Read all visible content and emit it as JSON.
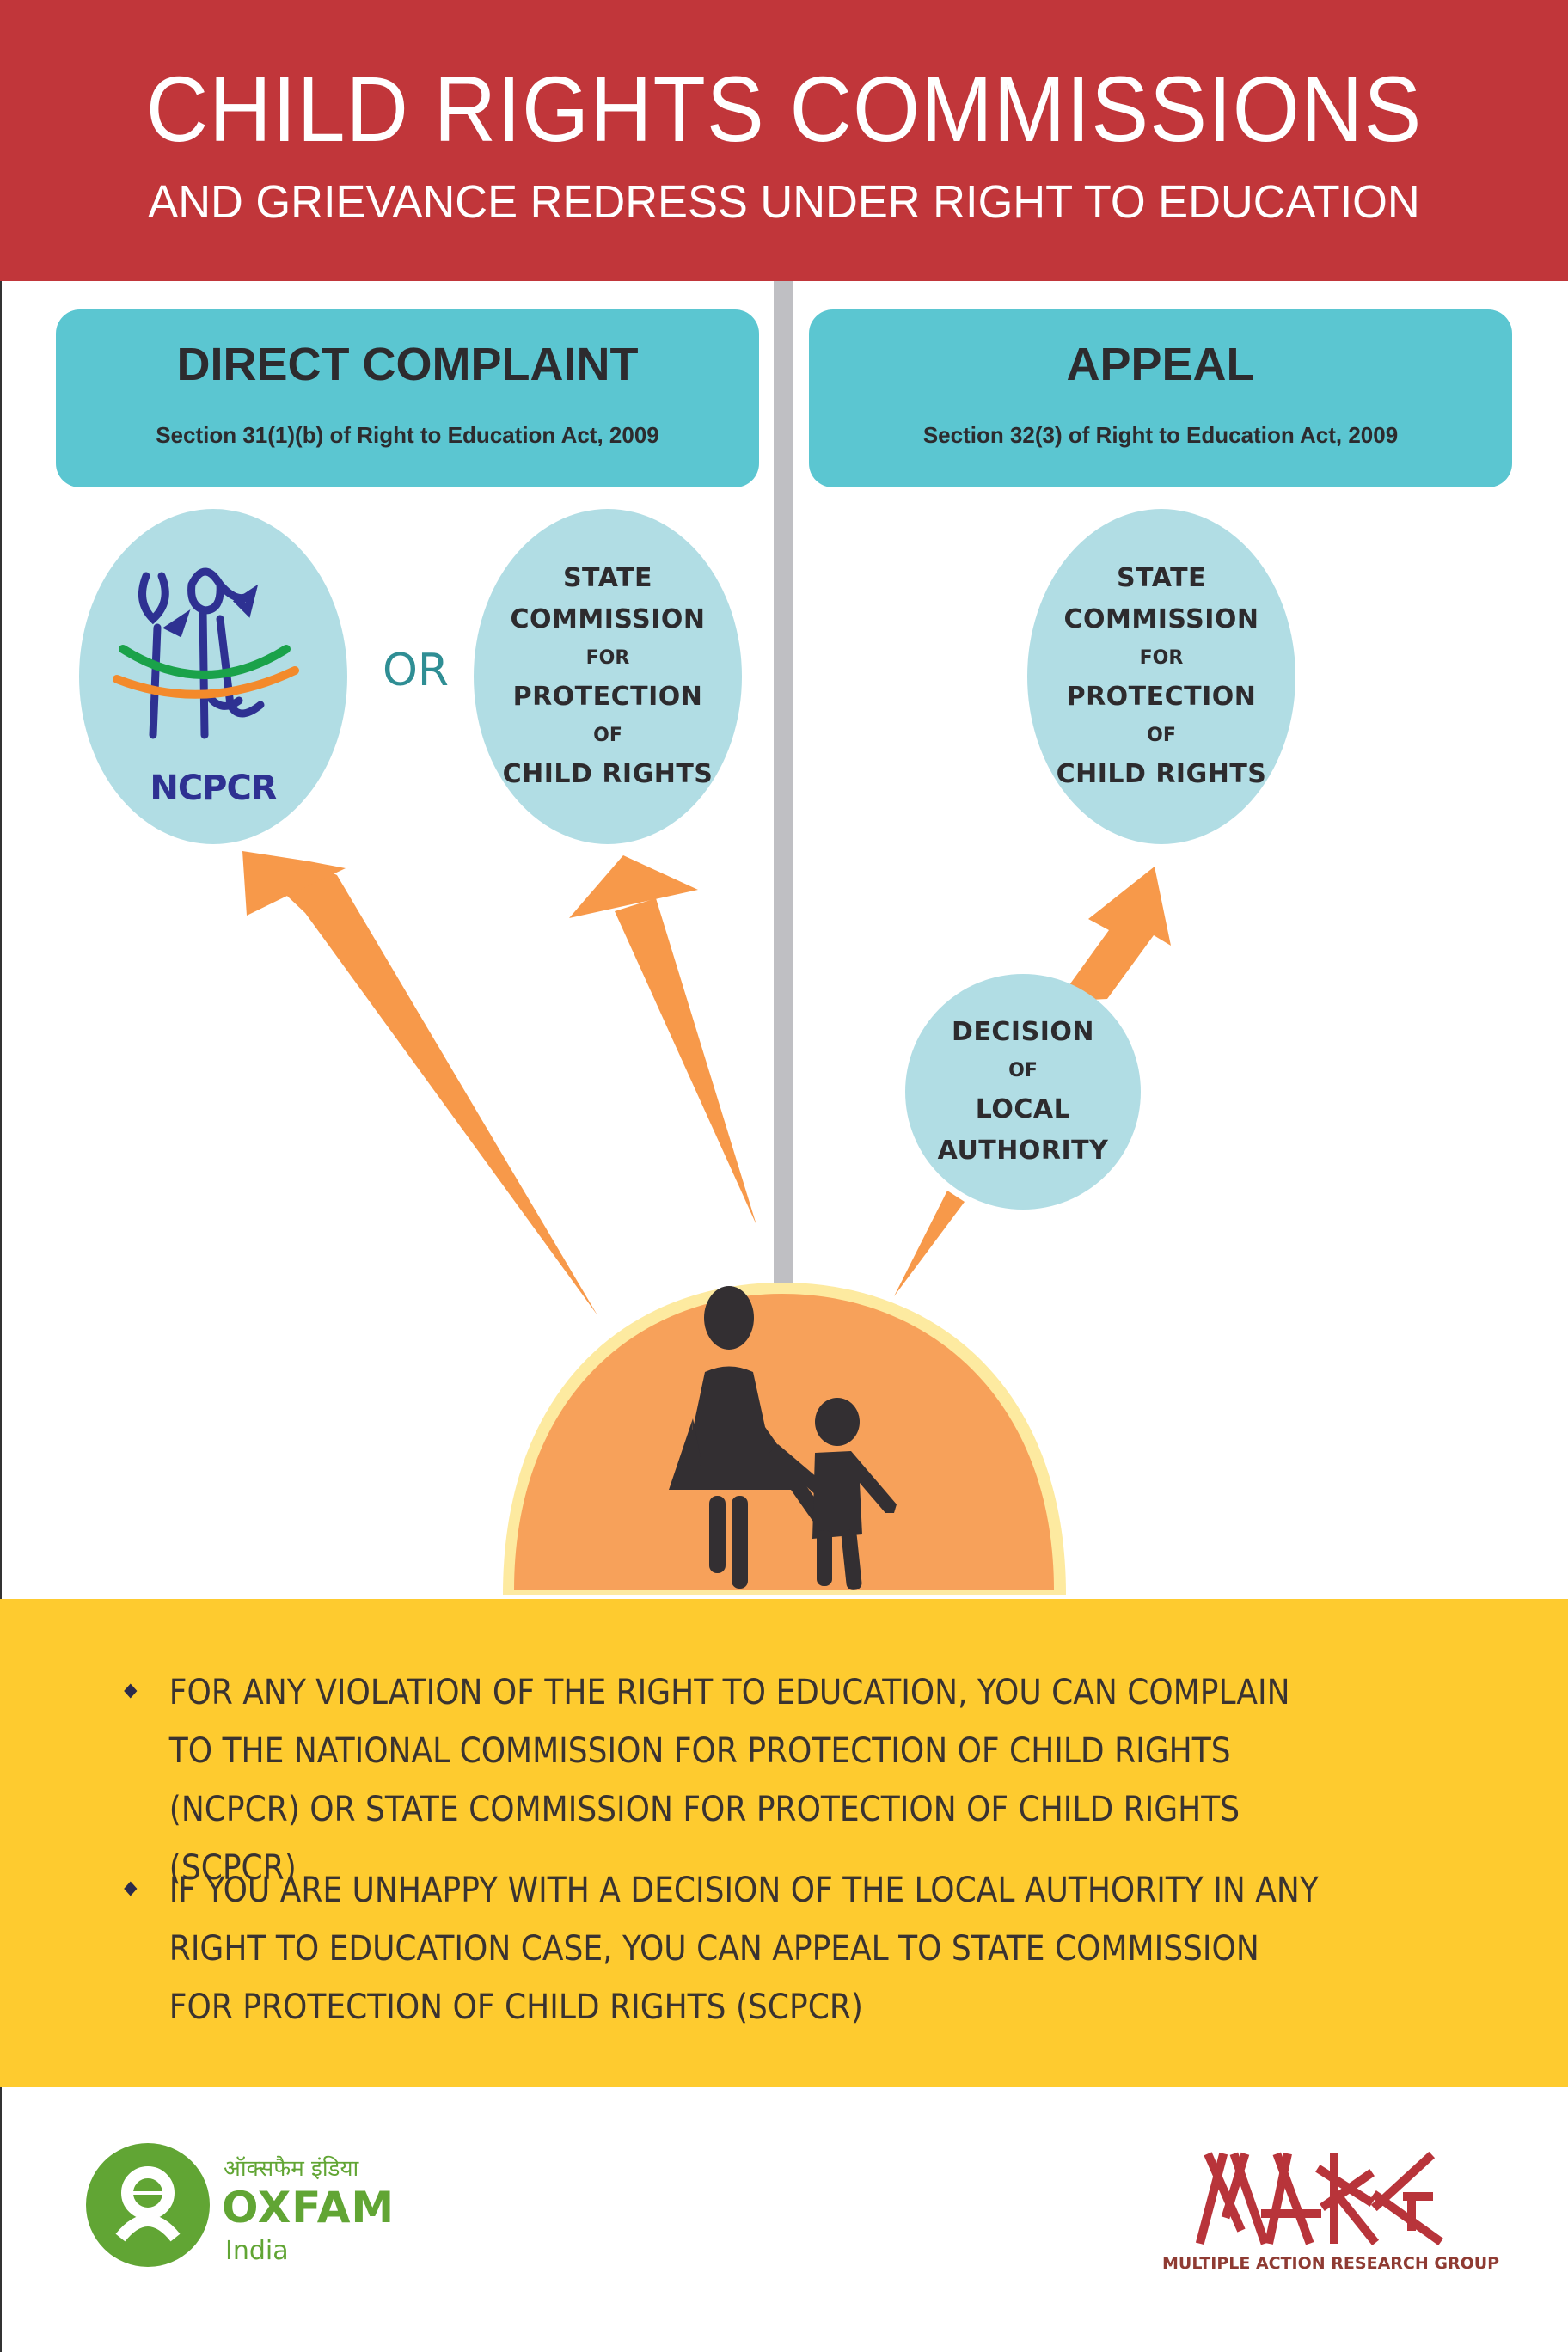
{
  "header": {
    "title": "CHILD RIGHTS COMMISSIONS",
    "subtitle": "AND GRIEVANCE REDRESS UNDER RIGHT TO EDUCATION"
  },
  "colors": {
    "header_red": "#c1363a",
    "card_teal": "#5bc6d1",
    "oval_light_blue": "#b1dde4",
    "arrow_orange": "#f7994a",
    "footer_yellow": "#fecb2f",
    "oxfam_green": "#61a534",
    "marg_red": "#b8343a",
    "ncpcr_blue": "#2e3192"
  },
  "direct_complaint": {
    "heading": "DIRECT COMPLAINT",
    "section": "Section 31(1)(b) of Right to Education Act, 2009",
    "or_label": "OR",
    "ncpcr": {
      "logo_icon": "ncpcr-family-logo-icon",
      "label": "NCPCR"
    },
    "state_commission": {
      "line1": "STATE",
      "line2": "COMMISSION",
      "line3": "FOR",
      "line4": "PROTECTION",
      "line5": "OF",
      "line6": "CHILD RIGHTS"
    }
  },
  "appeal": {
    "heading": "APPEAL",
    "section": "Section 32(3) of Right to Education Act, 2009",
    "state_commission": {
      "line1": "STATE",
      "line2": "COMMISSION",
      "line3": "FOR",
      "line4": "PROTECTION",
      "line5": "OF",
      "line6": "CHILD RIGHTS"
    },
    "local_authority": {
      "line1": "DECISION",
      "line2": "OF",
      "line3": "LOCAL",
      "line4": "AUTHORITY"
    }
  },
  "center_icon": "mother-and-child-icon",
  "info": {
    "bullets": [
      "FOR ANY VIOLATION OF THE  RIGHT TO EDUCATION, YOU CAN COMPLAIN TO THE NATIONAL COMMISSION FOR PROTECTION OF CHILD RIGHTS (NCPCR) OR STATE COMMISSION FOR PROTECTION OF CHILD RIGHTS (SCPCR)",
      "IF YOU ARE UNHAPPY WITH A DECISION OF THE LOCAL AUTHORITY IN ANY RIGHT TO EDUCATION CASE, YOU CAN APPEAL TO STATE COMMISSION FOR PROTECTION OF CHILD RIGHTS (SCPCR)"
    ]
  },
  "footer": {
    "oxfam": {
      "hindi": "ऑक्सफैम इंडिया",
      "name": "OXFAM",
      "sub": "India"
    },
    "marg": {
      "logo_text": "MARG",
      "full_name": "MULTIPLE ACTION RESEARCH GROUP"
    }
  }
}
